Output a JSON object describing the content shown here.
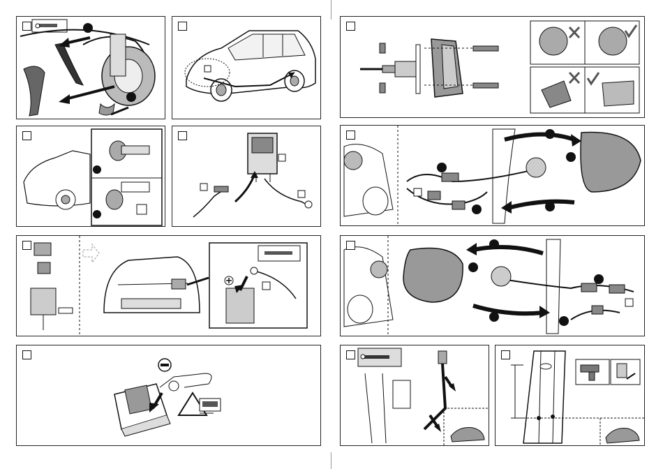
{
  "page": {
    "background": "#ffffff",
    "line_color": "#1a1a1a",
    "shade_color": "#cfcfcf"
  },
  "panels": [
    {
      "id": "remove-wheel-arch-liner",
      "step": ""
    },
    {
      "id": "vehicle-route-overview",
      "step": ""
    },
    {
      "id": "grommet-and-fluid-check",
      "step": ""
    },
    {
      "id": "connector-and-ground-lead",
      "step": ""
    },
    {
      "id": "fusebox-connection",
      "step": ""
    },
    {
      "id": "disconnect-battery-negative",
      "step": ""
    },
    {
      "id": "lamp-unit-fitting",
      "step": ""
    },
    {
      "id": "right-side-harness-routing",
      "step": ""
    },
    {
      "id": "left-side-harness-routing",
      "step": ""
    },
    {
      "id": "door-pillar-harness",
      "step": ""
    },
    {
      "id": "drill-chassis-rail",
      "step": ""
    }
  ],
  "icons": {
    "cross_mark": "cross-icon",
    "check_mark": "check-icon",
    "battery_negative": "minus-icon",
    "battery_positive": "plus-icon",
    "warning": "warning-triangle-icon",
    "screwdriver": "screwdriver-icon",
    "drill": "drill-icon",
    "grease_tube": "grease-tube-icon"
  }
}
